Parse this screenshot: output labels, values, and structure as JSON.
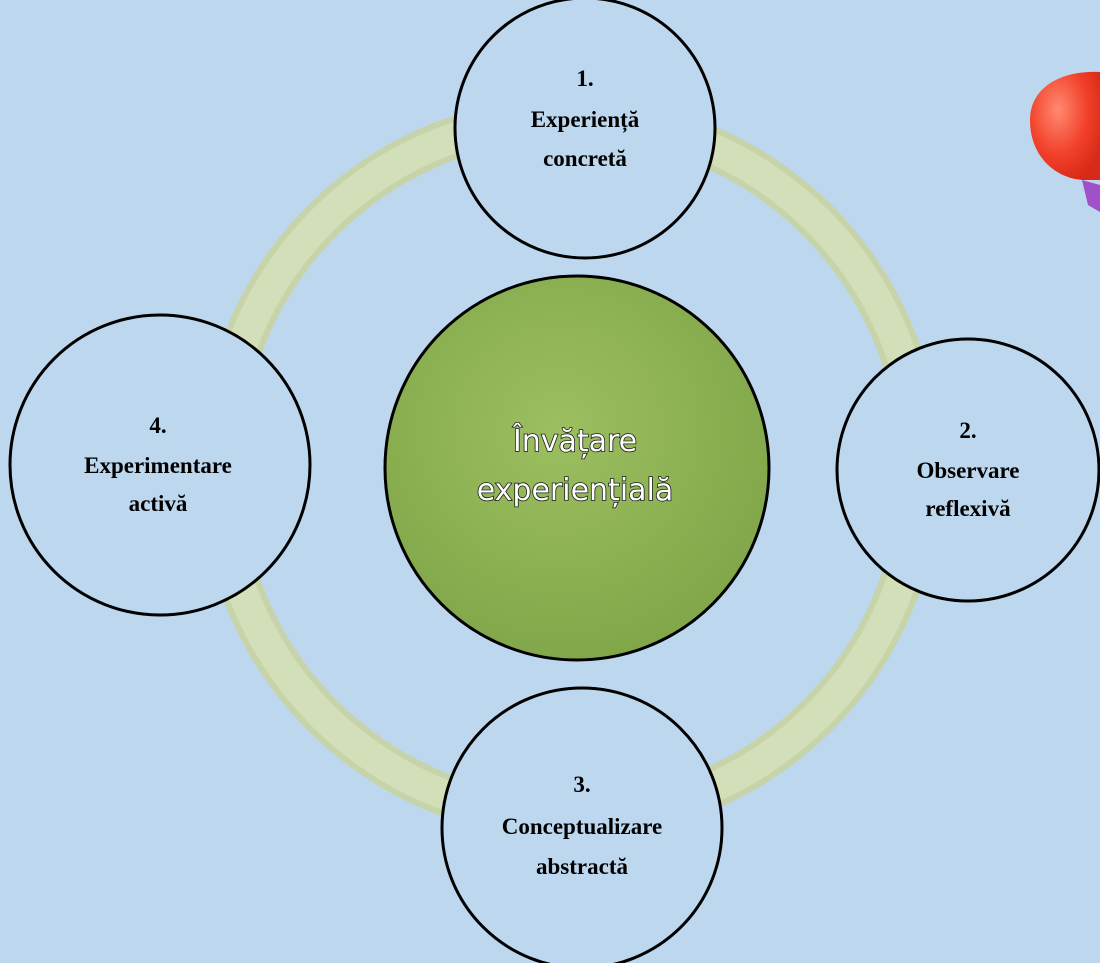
{
  "center": {
    "line1": "Învățare",
    "line2": "experiențială"
  },
  "stages": [
    {
      "number": "1.",
      "line1": "Experiență",
      "line2": "concretă"
    },
    {
      "number": "2.",
      "line1": "Observare",
      "line2": "reflexivă"
    },
    {
      "number": "3.",
      "line1": "Conceptualizare",
      "line2": "abstractă"
    },
    {
      "number": "4.",
      "line1": "Experimentare",
      "line2": "activă"
    }
  ],
  "colors": {
    "background": "#bdd7ee",
    "ring": "#d0ddb4",
    "center_fill": "#8fb356",
    "stage_fill": "#bdd7ee",
    "outline": "#000000"
  }
}
